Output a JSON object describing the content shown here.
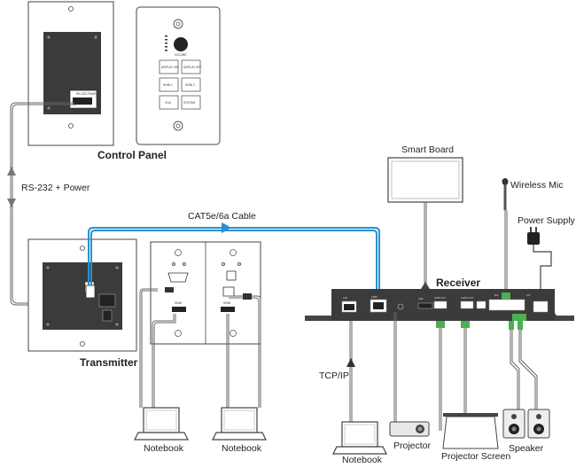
{
  "labels": {
    "control_panel": "Control Panel",
    "transmitter": "Transmitter",
    "receiver": "Receiver",
    "rs232_power": "RS-232 + Power",
    "cat_cable": "CAT5e/6a Cable",
    "smart_board": "Smart Board",
    "wireless_mic": "Wireless Mic",
    "power_supply": "Power Supply",
    "tcp_ip": "TCP/IP",
    "notebook_1": "Notebook",
    "notebook_2": "Notebook",
    "notebook_3": "Notebook",
    "projector": "Projector",
    "projector_screen": "Projector Screen",
    "speaker": "Speaker"
  },
  "panel_buttons": {
    "volume": "VOLUME",
    "display_on": "DISPLAY ON",
    "display_off": "DISPLAY OFF",
    "hdmi1": "HDMI 1",
    "hdmi2": "HDMI 2",
    "vga": "VGA",
    "system": "SYSTEM",
    "rs232_port": "RS-232/ POWER"
  },
  "colors": {
    "cat_cable": "#2a8fd0",
    "green_connector": "#4caf50",
    "dark_device": "#3b3b3b"
  }
}
